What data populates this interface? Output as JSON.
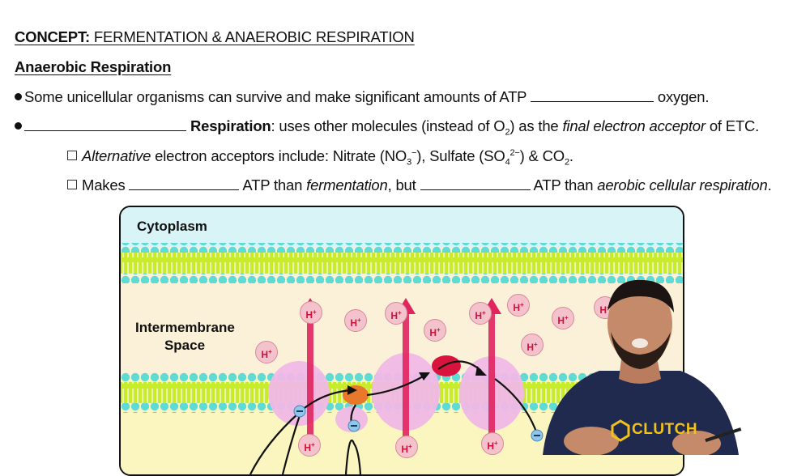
{
  "header": {
    "concept_label": "CONCEPT:",
    "concept_title": "FERMENTATION & ANAEROBIC RESPIRATION",
    "section_title": "Anaerobic Respiration"
  },
  "bullets": [
    {
      "pre": "Some unicellular organisms can survive and make significant amounts of ATP",
      "post": "oxygen."
    },
    {
      "bold": "Respiration",
      "text_a": ": uses other molecules (instead of O",
      "sub": "2",
      "text_b": ") as the",
      "italic": "final electron acceptor",
      "text_c": "of ETC."
    }
  ],
  "subbullets": [
    {
      "italic": "Alternative",
      "text": "electron acceptors include: Nitrate (NO",
      "sub1": "3",
      "sup1": "−",
      "mid": "), Sulfate (SO",
      "sub2": "4",
      "sup2": "2−",
      "end": ") & CO",
      "sub3": "2",
      "final": "."
    },
    {
      "a": "Makes",
      "b": "ATP than",
      "c_italic": "fermentation",
      "d": ", but",
      "e": "ATP than",
      "f_italic": "aerobic cellular respiration",
      "g": "."
    }
  ],
  "diagram": {
    "labels": {
      "cytoplasm": "Cytoplasm",
      "intermembrane_1": "Intermembrane",
      "intermembrane_2": "Space"
    },
    "proton_label": "H",
    "proton_charge": "+",
    "electron_symbol": "−",
    "colors": {
      "cytoplasm_bg": "#d9f4f6",
      "intermembrane_bg": "#faf1d8",
      "matrix_bg": "#fbf6c0",
      "lipid_head": "#5fdad4",
      "lipid_tail": "#c8ec2c",
      "protein": "#f0b8e6",
      "arrow": "#e0245e",
      "proton_fill": "#f4c2cc",
      "proton_text": "#d0103a",
      "electron_fill": "#8fc6ec",
      "quinone": "#e8782a",
      "cytochrome": "#d8143e"
    }
  },
  "presenter": {
    "shirt_text": "CLUTCH",
    "shirt_color": "#1f2a4e",
    "logo_color": "#f2c21b"
  }
}
